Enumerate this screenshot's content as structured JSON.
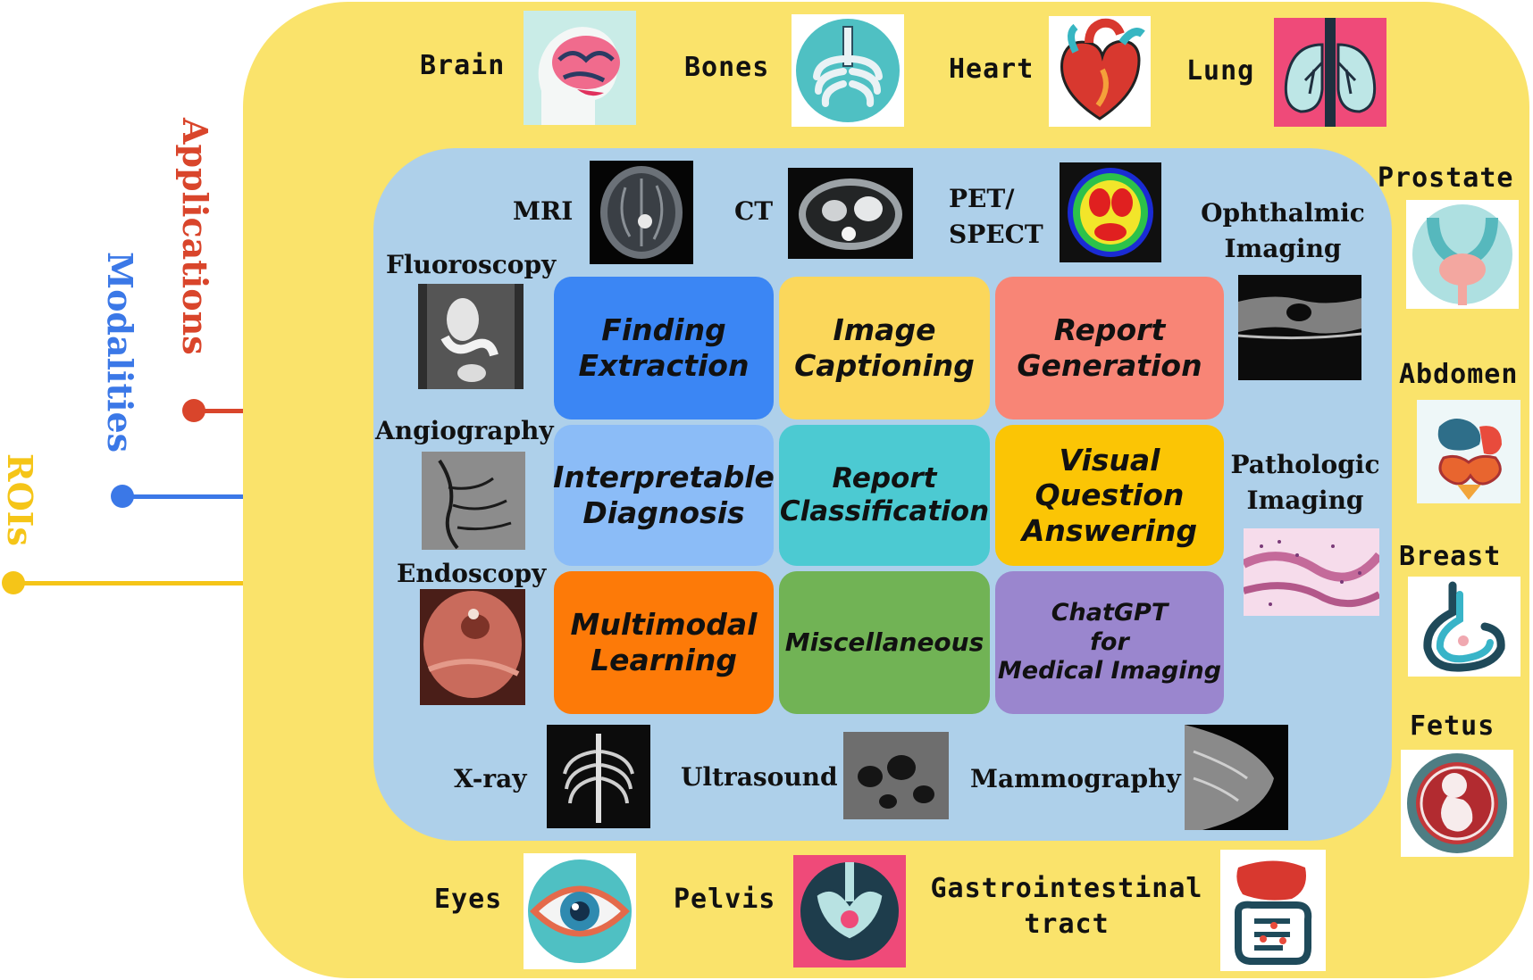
{
  "colors": {
    "applications": "#d9452b",
    "modalities": "#3b78e7",
    "rois": "#f5c518",
    "yellow_panel": "#fae36b",
    "blue_panel": "#aed0ea"
  },
  "axes": {
    "applications": "Applications",
    "modalities": "Modalities",
    "rois": "ROIs"
  },
  "rois": {
    "brain": "Brain",
    "bones": "Bones",
    "heart": "Heart",
    "lung": "Lung",
    "prostate": "Prostate",
    "abdomen": "Abdomen",
    "breast": "Breast",
    "fetus": "Fetus",
    "eyes": "Eyes",
    "pelvis": "Pelvis",
    "gi_line1": "Gastrointestinal",
    "gi_line2": "tract"
  },
  "modalities": {
    "mri": "MRI",
    "ct": "CT",
    "pet_line1": "PET/",
    "pet_line2": "SPECT",
    "ophthalmic_line1": "Ophthalmic",
    "ophthalmic_line2": "Imaging",
    "fluoroscopy": "Fluoroscopy",
    "angiography": "Angiography",
    "endoscopy": "Endoscopy",
    "pathologic_line1": "Pathologic",
    "pathologic_line2": "Imaging",
    "xray": "X-ray",
    "ultrasound": "Ultrasound",
    "mammography": "Mammography"
  },
  "applications": [
    {
      "line1": "Finding",
      "line2": "Extraction",
      "line3": "",
      "color": "#3b86f4"
    },
    {
      "line1": "Image",
      "line2": "Captioning",
      "line3": "",
      "color": "#fbd75b"
    },
    {
      "line1": "Report",
      "line2": "Generation",
      "line3": "",
      "color": "#f88576"
    },
    {
      "line1": "Interpretable",
      "line2": "Diagnosis",
      "line3": "",
      "color": "#8bbcf7"
    },
    {
      "line1": "Report",
      "line2": "Classification",
      "line3": "",
      "color": "#4ccad2"
    },
    {
      "line1": "Visual",
      "line2": "Question",
      "line3": "Answering",
      "color": "#fbc505"
    },
    {
      "line1": "Multimodal",
      "line2": "Learning",
      "line3": "",
      "color": "#fd7a08"
    },
    {
      "line1": "Miscellaneous",
      "line2": "",
      "line3": "",
      "color": "#71b355"
    },
    {
      "line1": "ChatGPT",
      "line2": "for",
      "line3": "Medical Imaging",
      "color": "#9a86ce"
    }
  ]
}
